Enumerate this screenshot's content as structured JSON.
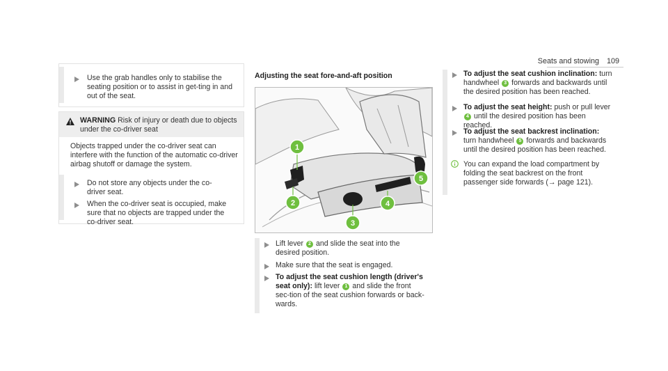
{
  "header": {
    "section": "Seats and stowing",
    "page": "109"
  },
  "col1": {
    "intro_bullet": "Use the grab handles only to stabilise the seating position or to assist in get-ting in and out of the seat.",
    "warning": {
      "label": "WARNING",
      "title": "Risk of injury or death due to objects under the co-driver seat",
      "body": "Objects trapped under the co-driver seat can interfere with the function of the automatic co-driver airbag shutoff or damage the system.",
      "bullet1": "Do not store any objects under the co-driver seat.",
      "bullet2": "When the co-driver seat is occupied, make sure that no objects are trapped under the co-driver seat."
    }
  },
  "col2": {
    "heading": "Adjusting the seat fore-and-aft position",
    "figure_callouts": [
      "1",
      "2",
      "3",
      "4",
      "5"
    ],
    "step1_a": "Lift lever",
    "step1_num": "2",
    "step1_b": "and slide the seat into the desired position.",
    "step2": "Make sure that the seat is engaged.",
    "step3_head": "To adjust the seat cushion length (driver's seat only):",
    "step3_a": "lift lever",
    "step3_num": "1",
    "step3_b": "and slide the front sec-tion of the seat cushion forwards or back-wards."
  },
  "col3": {
    "step1_head": "To adjust the seat cushion inclination:",
    "step1_a": "turn handwheel",
    "step1_num": "3",
    "step1_b": "forwards and backwards until the desired position has been reached.",
    "step2_head": "To adjust the seat height:",
    "step2_a": "push or pull lever",
    "step2_num": "4",
    "step2_b": "until the desired position has been reached.",
    "step3_head": "To adjust the seat backrest inclination:",
    "step3_a": "turn handwheel",
    "step3_num": "5",
    "step3_b": "forwards and backwards until the desired position has been reached.",
    "note_a": "You can expand the load compartment by folding the seat backrest on the front passenger side forwards (",
    "note_arrow": "→",
    "note_page": "page 121",
    "note_b": ")."
  },
  "colors": {
    "accent_green": "#6fbf3f",
    "bar_grey": "#eaeaea"
  }
}
